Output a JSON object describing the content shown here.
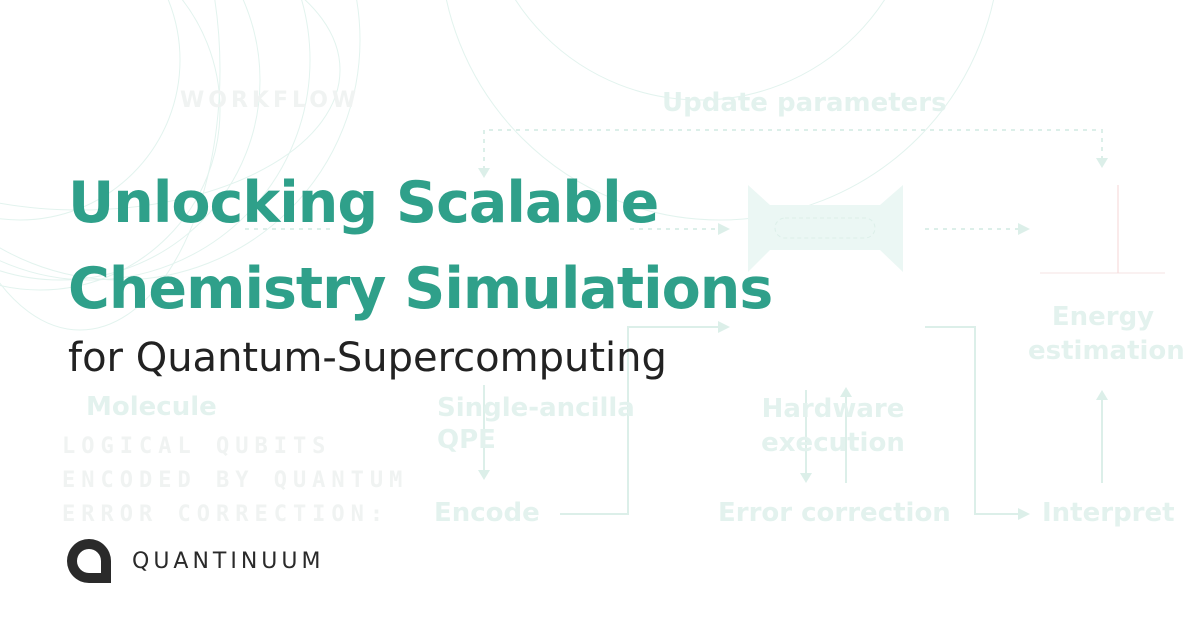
{
  "headline": {
    "line1": "Unlocking Scalable",
    "line2": "Chemistry Simulations",
    "subtitle": "for Quantum-Supercomputing"
  },
  "brand": {
    "name": "QUANTINUUM",
    "icon": "quantinuum-logo-icon"
  },
  "colors": {
    "accent": "#2fa08a",
    "text": "#222222",
    "background": "#ffffff",
    "faint": "#e3f2ee"
  },
  "background_diagram": {
    "section_label": "WORKFLOW",
    "update_label": "Update parameters",
    "nodes": [
      "Molecule",
      "Single-ancilla QPE",
      "Hardware execution",
      "Energy estimation",
      "Encode",
      "Error correction",
      "Interpret"
    ],
    "side_text": [
      "LOGICAL QUBITS",
      "ENCODED BY QUANTUM",
      "ERROR CORRECTION:"
    ]
  }
}
